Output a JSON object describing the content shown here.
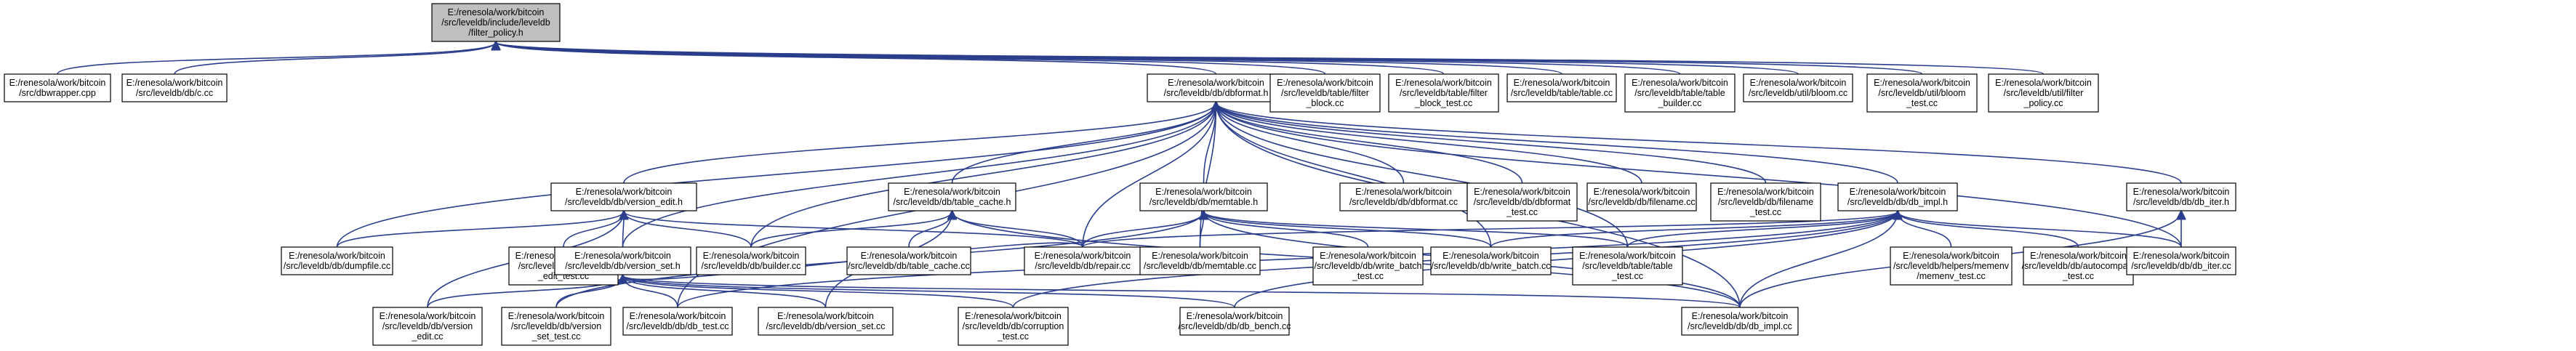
{
  "colors": {
    "edge": "#2b3e8c",
    "node_fill": "#ffffff",
    "root_fill": "#bfbfbf",
    "node_border": "#000000"
  },
  "root": "filter_policy",
  "nodes": [
    {
      "id": "filter_policy",
      "lines": [
        "E:/renesola/work/bitcoin",
        "/src/leveldb/include/leveldb",
        "/filter_policy.h"
      ]
    },
    {
      "id": "dbwrapper",
      "lines": [
        "E:/renesola/work/bitcoin",
        "/src/dbwrapper.cpp"
      ]
    },
    {
      "id": "c_cc",
      "lines": [
        "E:/renesola/work/bitcoin",
        "/src/leveldb/db/c.cc"
      ]
    },
    {
      "id": "dbformat_h",
      "lines": [
        "E:/renesola/work/bitcoin",
        "/src/leveldb/db/dbformat.h"
      ]
    },
    {
      "id": "filter_block_cc",
      "lines": [
        "E:/renesola/work/bitcoin",
        "/src/leveldb/table/filter",
        "_block.cc"
      ]
    },
    {
      "id": "filter_block_test_cc",
      "lines": [
        "E:/renesola/work/bitcoin",
        "/src/leveldb/table/filter",
        "_block_test.cc"
      ]
    },
    {
      "id": "table_cc",
      "lines": [
        "E:/renesola/work/bitcoin",
        "/src/leveldb/table/table.cc"
      ]
    },
    {
      "id": "table_builder_cc",
      "lines": [
        "E:/renesola/work/bitcoin",
        "/src/leveldb/table/table",
        "_builder.cc"
      ]
    },
    {
      "id": "bloom_cc",
      "lines": [
        "E:/renesola/work/bitcoin",
        "/src/leveldb/util/bloom.cc"
      ]
    },
    {
      "id": "bloom_test_cc",
      "lines": [
        "E:/renesola/work/bitcoin",
        "/src/leveldb/util/bloom",
        "_test.cc"
      ]
    },
    {
      "id": "filter_policy_cc",
      "lines": [
        "E:/renesola/work/bitcoin",
        "/src/leveldb/util/filter",
        "_policy.cc"
      ]
    },
    {
      "id": "version_edit_h",
      "lines": [
        "E:/renesola/work/bitcoin",
        "/src/leveldb/db/version_edit.h"
      ]
    },
    {
      "id": "table_cache_h",
      "lines": [
        "E:/renesola/work/bitcoin",
        "/src/leveldb/db/table_cache.h"
      ]
    },
    {
      "id": "memtable_h",
      "lines": [
        "E:/renesola/work/bitcoin",
        "/src/leveldb/db/memtable.h"
      ]
    },
    {
      "id": "dbformat_cc",
      "lines": [
        "E:/renesola/work/bitcoin",
        "/src/leveldb/db/dbformat.cc"
      ]
    },
    {
      "id": "dbformat_test_cc",
      "lines": [
        "E:/renesola/work/bitcoin",
        "/src/leveldb/db/dbformat",
        "_test.cc"
      ]
    },
    {
      "id": "filename_cc",
      "lines": [
        "E:/renesola/work/bitcoin",
        "/src/leveldb/db/filename.cc"
      ]
    },
    {
      "id": "filename_test_cc",
      "lines": [
        "E:/renesola/work/bitcoin",
        "/src/leveldb/db/filename",
        "_test.cc"
      ]
    },
    {
      "id": "db_impl_h",
      "lines": [
        "E:/renesola/work/bitcoin",
        "/src/leveldb/db/db_impl.h"
      ]
    },
    {
      "id": "db_iter_h",
      "lines": [
        "E:/renesola/work/bitcoin",
        "/src/leveldb/db/db_iter.h"
      ]
    },
    {
      "id": "dumpfile_cc",
      "lines": [
        "E:/renesola/work/bitcoin",
        "/src/leveldb/db/dumpfile.cc"
      ]
    },
    {
      "id": "version_edit_test_cc",
      "lines": [
        "E:/renesola/work/bitcoin",
        "/src/leveldb/db/version",
        "_edit_test.cc"
      ]
    },
    {
      "id": "version_set_h",
      "lines": [
        "E:/renesola/work/bitcoin",
        "/src/leveldb/db/version_set.h"
      ]
    },
    {
      "id": "builder_cc",
      "lines": [
        "E:/renesola/work/bitcoin",
        "/src/leveldb/db/builder.cc"
      ]
    },
    {
      "id": "table_cache_cc",
      "lines": [
        "E:/renesola/work/bitcoin",
        "/src/leveldb/db/table_cache.cc"
      ]
    },
    {
      "id": "repair_cc",
      "lines": [
        "E:/renesola/work/bitcoin",
        "/src/leveldb/db/repair.cc"
      ]
    },
    {
      "id": "memtable_cc",
      "lines": [
        "E:/renesola/work/bitcoin",
        "/src/leveldb/db/memtable.cc"
      ]
    },
    {
      "id": "write_batch_test_cc",
      "lines": [
        "E:/renesola/work/bitcoin",
        "/src/leveldb/db/write_batch",
        "_test.cc"
      ]
    },
    {
      "id": "write_batch_cc",
      "lines": [
        "E:/renesola/work/bitcoin",
        "/src/leveldb/db/write_batch.cc"
      ]
    },
    {
      "id": "table_test_cc",
      "lines": [
        "E:/renesola/work/bitcoin",
        "/src/leveldb/table/table",
        "_test.cc"
      ]
    },
    {
      "id": "memenv_test_cc",
      "lines": [
        "E:/renesola/work/bitcoin",
        "/src/leveldb/helpers/memenv",
        "/memenv_test.cc"
      ]
    },
    {
      "id": "autocompact_test_cc",
      "lines": [
        "E:/renesola/work/bitcoin",
        "/src/leveldb/db/autocompact",
        "_test.cc"
      ]
    },
    {
      "id": "db_iter_cc",
      "lines": [
        "E:/renesola/work/bitcoin",
        "/src/leveldb/db/db_iter.cc"
      ]
    },
    {
      "id": "version_edit_cc",
      "lines": [
        "E:/renesola/work/bitcoin",
        "/src/leveldb/db/version",
        "_edit.cc"
      ]
    },
    {
      "id": "version_set_test_cc",
      "lines": [
        "E:/renesola/work/bitcoin",
        "/src/leveldb/db/version",
        "_set_test.cc"
      ]
    },
    {
      "id": "db_test_cc",
      "lines": [
        "E:/renesola/work/bitcoin",
        "/src/leveldb/db/db_test.cc"
      ]
    },
    {
      "id": "version_set_cc",
      "lines": [
        "E:/renesola/work/bitcoin",
        "/src/leveldb/db/version_set.cc"
      ]
    },
    {
      "id": "corruption_test_cc",
      "lines": [
        "E:/renesola/work/bitcoin",
        "/src/leveldb/db/corruption",
        "_test.cc"
      ]
    },
    {
      "id": "db_bench_cc",
      "lines": [
        "E:/renesola/work/bitcoin",
        "/src/leveldb/db/db_bench.cc"
      ]
    },
    {
      "id": "db_impl_cc",
      "lines": [
        "E:/renesola/work/bitcoin",
        "/src/leveldb/db/db_impl.cc"
      ]
    }
  ],
  "edges": [
    [
      "filter_policy",
      "dbwrapper"
    ],
    [
      "filter_policy",
      "c_cc"
    ],
    [
      "filter_policy",
      "dbformat_h"
    ],
    [
      "filter_policy",
      "filter_block_cc"
    ],
    [
      "filter_policy",
      "filter_block_test_cc"
    ],
    [
      "filter_policy",
      "table_cc"
    ],
    [
      "filter_policy",
      "table_builder_cc"
    ],
    [
      "filter_policy",
      "bloom_cc"
    ],
    [
      "filter_policy",
      "bloom_test_cc"
    ],
    [
      "filter_policy",
      "filter_policy_cc"
    ],
    [
      "dbformat_h",
      "version_edit_h"
    ],
    [
      "dbformat_h",
      "table_cache_h"
    ],
    [
      "dbformat_h",
      "memtable_h"
    ],
    [
      "dbformat_h",
      "dbformat_cc"
    ],
    [
      "dbformat_h",
      "dbformat_test_cc"
    ],
    [
      "dbformat_h",
      "filename_cc"
    ],
    [
      "dbformat_h",
      "filename_test_cc"
    ],
    [
      "dbformat_h",
      "db_impl_h"
    ],
    [
      "dbformat_h",
      "db_iter_h"
    ],
    [
      "dbformat_h",
      "dumpfile_cc"
    ],
    [
      "dbformat_h",
      "builder_cc"
    ],
    [
      "dbformat_h",
      "repair_cc"
    ],
    [
      "dbformat_h",
      "memtable_cc"
    ],
    [
      "dbformat_h",
      "write_batch_cc"
    ],
    [
      "dbformat_h",
      "table_test_cc"
    ],
    [
      "dbformat_h",
      "db_iter_cc"
    ],
    [
      "dbformat_h",
      "version_set_h"
    ],
    [
      "dbformat_h",
      "db_impl_cc"
    ],
    [
      "dbformat_h",
      "db_test_cc"
    ],
    [
      "version_edit_h",
      "dumpfile_cc"
    ],
    [
      "version_edit_h",
      "version_edit_test_cc"
    ],
    [
      "version_edit_h",
      "version_set_h"
    ],
    [
      "version_edit_h",
      "builder_cc"
    ],
    [
      "version_edit_h",
      "repair_cc"
    ],
    [
      "version_edit_h",
      "version_edit_cc"
    ],
    [
      "table_cache_h",
      "table_cache_cc"
    ],
    [
      "table_cache_h",
      "builder_cc"
    ],
    [
      "table_cache_h",
      "repair_cc"
    ],
    [
      "table_cache_h",
      "version_set_cc"
    ],
    [
      "table_cache_h",
      "db_impl_cc"
    ],
    [
      "memtable_h",
      "repair_cc"
    ],
    [
      "memtable_h",
      "memtable_cc"
    ],
    [
      "memtable_h",
      "write_batch_test_cc"
    ],
    [
      "memtable_h",
      "write_batch_cc"
    ],
    [
      "memtable_h",
      "table_test_cc"
    ],
    [
      "memtable_h",
      "db_impl_cc"
    ],
    [
      "memtable_h",
      "version_set_test_cc"
    ],
    [
      "db_impl_h",
      "repair_cc"
    ],
    [
      "db_impl_h",
      "write_batch_cc"
    ],
    [
      "db_impl_h",
      "memenv_test_cc"
    ],
    [
      "db_impl_h",
      "autocompact_test_cc"
    ],
    [
      "db_impl_h",
      "db_iter_cc"
    ],
    [
      "db_impl_h",
      "db_impl_cc"
    ],
    [
      "db_impl_h",
      "db_test_cc"
    ],
    [
      "db_impl_h",
      "corruption_test_cc"
    ],
    [
      "db_impl_h",
      "db_bench_cc"
    ],
    [
      "db_impl_h",
      "table_test_cc"
    ],
    [
      "db_iter_h",
      "db_iter_cc"
    ],
    [
      "db_iter_h",
      "db_impl_cc"
    ],
    [
      "version_set_h",
      "version_edit_cc"
    ],
    [
      "version_set_h",
      "version_set_test_cc"
    ],
    [
      "version_set_h",
      "db_test_cc"
    ],
    [
      "version_set_h",
      "version_set_cc"
    ],
    [
      "version_set_h",
      "corruption_test_cc"
    ],
    [
      "version_set_h",
      "db_bench_cc"
    ],
    [
      "version_set_h",
      "db_impl_cc"
    ],
    [
      "version_set_h",
      "repair_cc"
    ]
  ]
}
